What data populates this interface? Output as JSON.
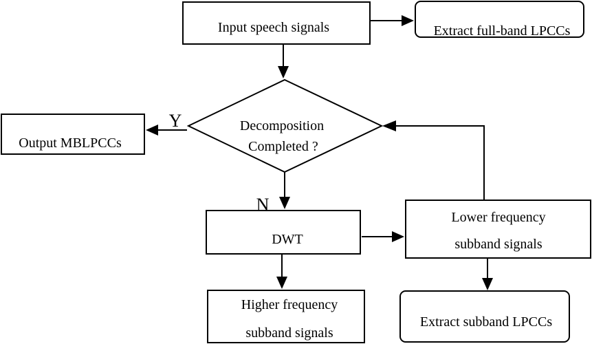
{
  "nodes": {
    "input": {
      "label": "Input speech signals"
    },
    "extract_full": {
      "label": "Extract full-band LPCCs"
    },
    "decision": {
      "line1": "Decomposition",
      "line2": "Completed ?"
    },
    "output": {
      "label": "Output MBLPCCs"
    },
    "dwt": {
      "label": "DWT"
    },
    "lower": {
      "line1": "Lower frequency",
      "line2": "subband signals"
    },
    "higher": {
      "line1": "Higher frequency",
      "line2": "subband signals"
    },
    "extract_sub": {
      "label": "Extract subband LPCCs"
    }
  },
  "branches": {
    "yes": "Y",
    "no": "N"
  }
}
